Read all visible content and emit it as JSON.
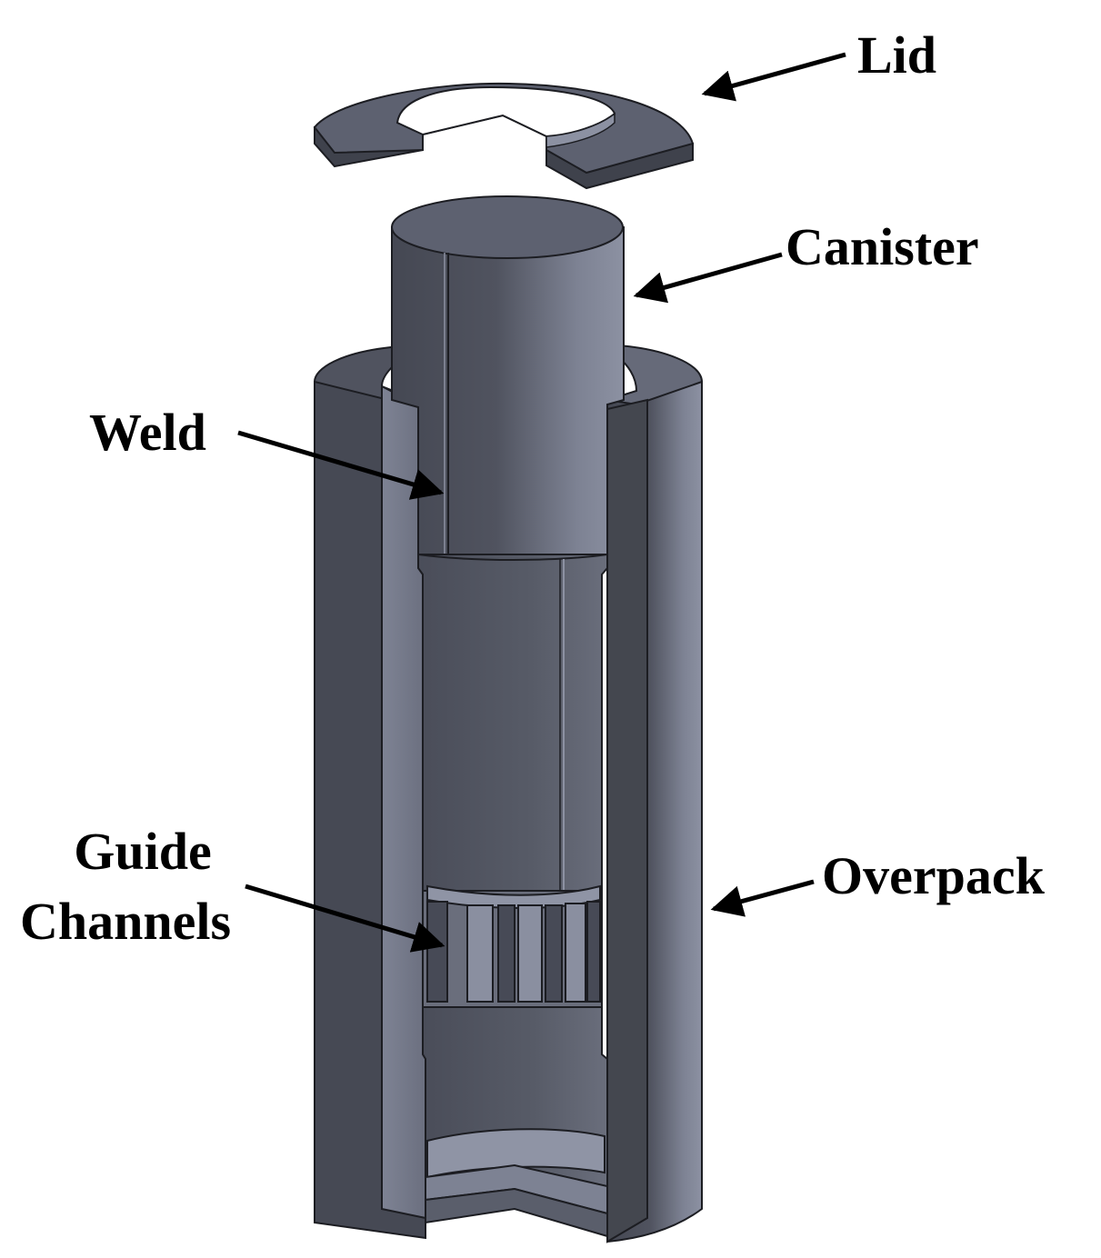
{
  "labels": {
    "lid": "Lid",
    "canister": "Canister",
    "weld": "Weld",
    "guide_line1": "Guide",
    "guide_line2": "Channels",
    "overpack": "Overpack"
  },
  "colors": {
    "part_dark": "#474a56",
    "part_mid": "#5a5e6b",
    "part_light": "#858a9b",
    "part_highlight": "#8f94a5",
    "edge": "#1c1d22",
    "arrow": "#000000"
  }
}
